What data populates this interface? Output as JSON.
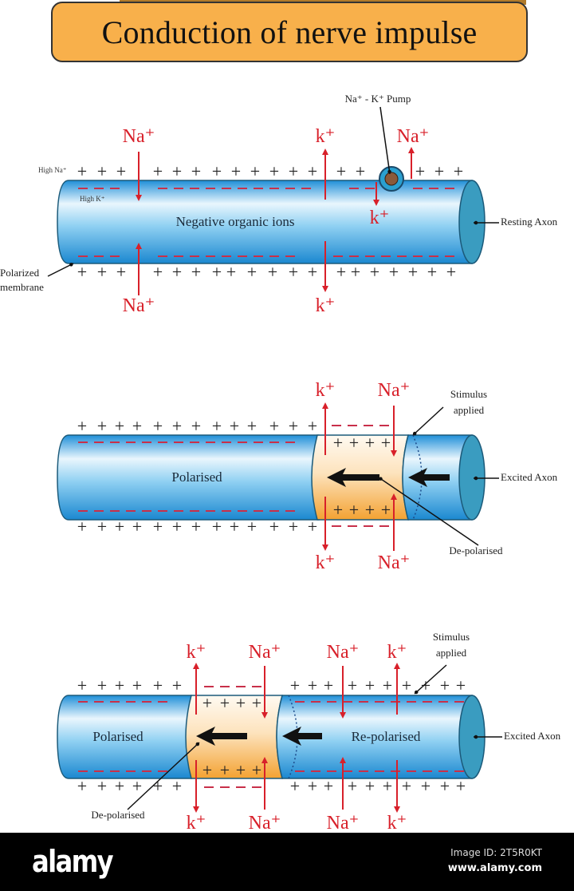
{
  "title": "Conduction of nerve impulse",
  "colors": {
    "ion_red": "#d8202a",
    "dash_red": "#c8304a",
    "axon_dark": "#1e8fd6",
    "axon_light": "#e8f5fc",
    "axon_end": "#3a9cc0",
    "depol_light": "#fff5e8",
    "depol_dark": "#f5a93a",
    "title_bg": "#f8b04b"
  },
  "panels": [
    {
      "name": "resting",
      "side_label": "Resting Axon",
      "center_label": "Negative organic ions",
      "left_labels": {
        "outside": "High Na⁺",
        "inside": "High K⁺",
        "membrane": "Polarized membrane"
      },
      "pump_label": "Na⁺ - K⁺ Pump",
      "ions": [
        {
          "text": "Na⁺",
          "pos": "top",
          "direction": "in"
        },
        {
          "text": "Na⁺",
          "pos": "bottom",
          "direction": "in"
        },
        {
          "text": "k⁺",
          "pos": "top",
          "direction": "out"
        },
        {
          "text": "k⁺",
          "pos": "bottom",
          "direction": "out"
        },
        {
          "text": "Na⁺",
          "pos": "top",
          "direction": "out"
        },
        {
          "text": "k⁺",
          "pos": "inside",
          "direction": "in"
        }
      ]
    },
    {
      "name": "excited-1",
      "side_label": "Excited Axon",
      "center_label": "Polarised",
      "stimulus_label": "Stimulus applied",
      "depolarised_label": "De-polarised",
      "ions": [
        {
          "text": "k⁺",
          "pos": "top",
          "direction": "out"
        },
        {
          "text": "Na⁺",
          "pos": "top",
          "direction": "in"
        },
        {
          "text": "k⁺",
          "pos": "bottom",
          "direction": "out"
        },
        {
          "text": "Na⁺",
          "pos": "bottom",
          "direction": "in"
        }
      ]
    },
    {
      "name": "excited-2",
      "side_label": "Excited Axon",
      "left_label": "Polarised",
      "right_label": "Re-polarised",
      "stimulus_label": "Stimulus applied",
      "depolarised_label": "De-polarised",
      "ions": [
        {
          "text": "k⁺",
          "pos": "top",
          "direction": "out"
        },
        {
          "text": "Na⁺",
          "pos": "top",
          "direction": "in"
        },
        {
          "text": "Na⁺",
          "pos": "top",
          "direction": "in"
        },
        {
          "text": "k⁺",
          "pos": "top",
          "direction": "out"
        },
        {
          "text": "k⁺",
          "pos": "bottom",
          "direction": "out"
        },
        {
          "text": "Na⁺",
          "pos": "bottom",
          "direction": "in"
        },
        {
          "text": "Na⁺",
          "pos": "bottom",
          "direction": "in"
        },
        {
          "text": "k⁺",
          "pos": "bottom",
          "direction": "out"
        }
      ]
    }
  ],
  "footer": {
    "logo": "alamy",
    "image_id": "Image ID: 2T5R0KT",
    "url": "www.alamy.com"
  }
}
